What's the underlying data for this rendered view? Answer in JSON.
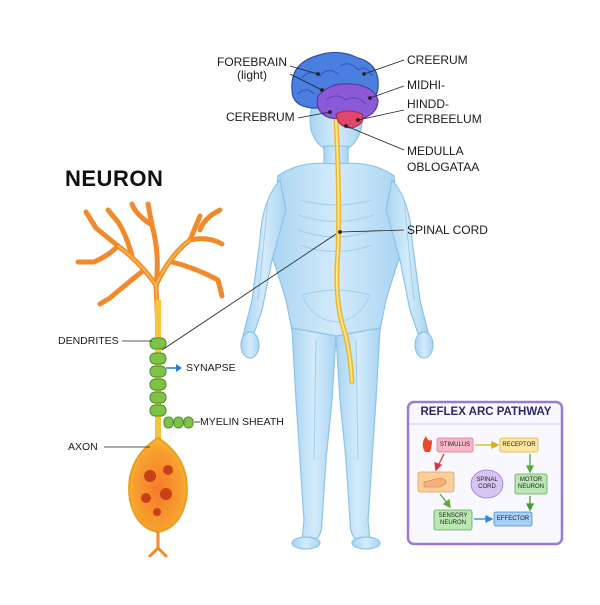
{
  "title": "NEURON",
  "brain_labels": {
    "forebrain": "FOREBRAIN",
    "forebrain_sub": "(light)",
    "cerebrum": "CEREBRUM",
    "creerum": "CREERUM",
    "midhi": "MIDHI-",
    "hindd": "HINDD-",
    "cerbeelum": "CERBEELUM",
    "medulla": "MEDULLA",
    "oblogataa": "OBLOGATAA"
  },
  "spinal_cord": "SPINAL CORD",
  "neuron_labels": {
    "dendrites": "DENDRITES",
    "synapse": "SYNAPSE",
    "myelin": "MYELIN SHEATH",
    "axon": "AXON"
  },
  "reflex": {
    "title": "REFLEX ARC PATHWAY",
    "stimulus": "STIMULUS",
    "receptor": "RECEPTOR",
    "spinal_cord_1": "SPINAL",
    "spinal_cord_2": "CORD",
    "motor_1": "MOTOR",
    "motor_2": "NEURON",
    "sensory_1": "SENSCRY",
    "sensory_2": "NEURON",
    "effector": "EFFECTOR"
  },
  "colors": {
    "body": "#bfe0f7",
    "body_outline": "#8cc3e8",
    "spinal": "#f6d45a",
    "brain_blue": "#4a7fe0",
    "brain_purple": "#8a5ad8",
    "cerebellum": "#e0476a",
    "dendrite": "#f08a2a",
    "myelin": "#7fc24a",
    "reflex_border": "#9a7ad8"
  }
}
